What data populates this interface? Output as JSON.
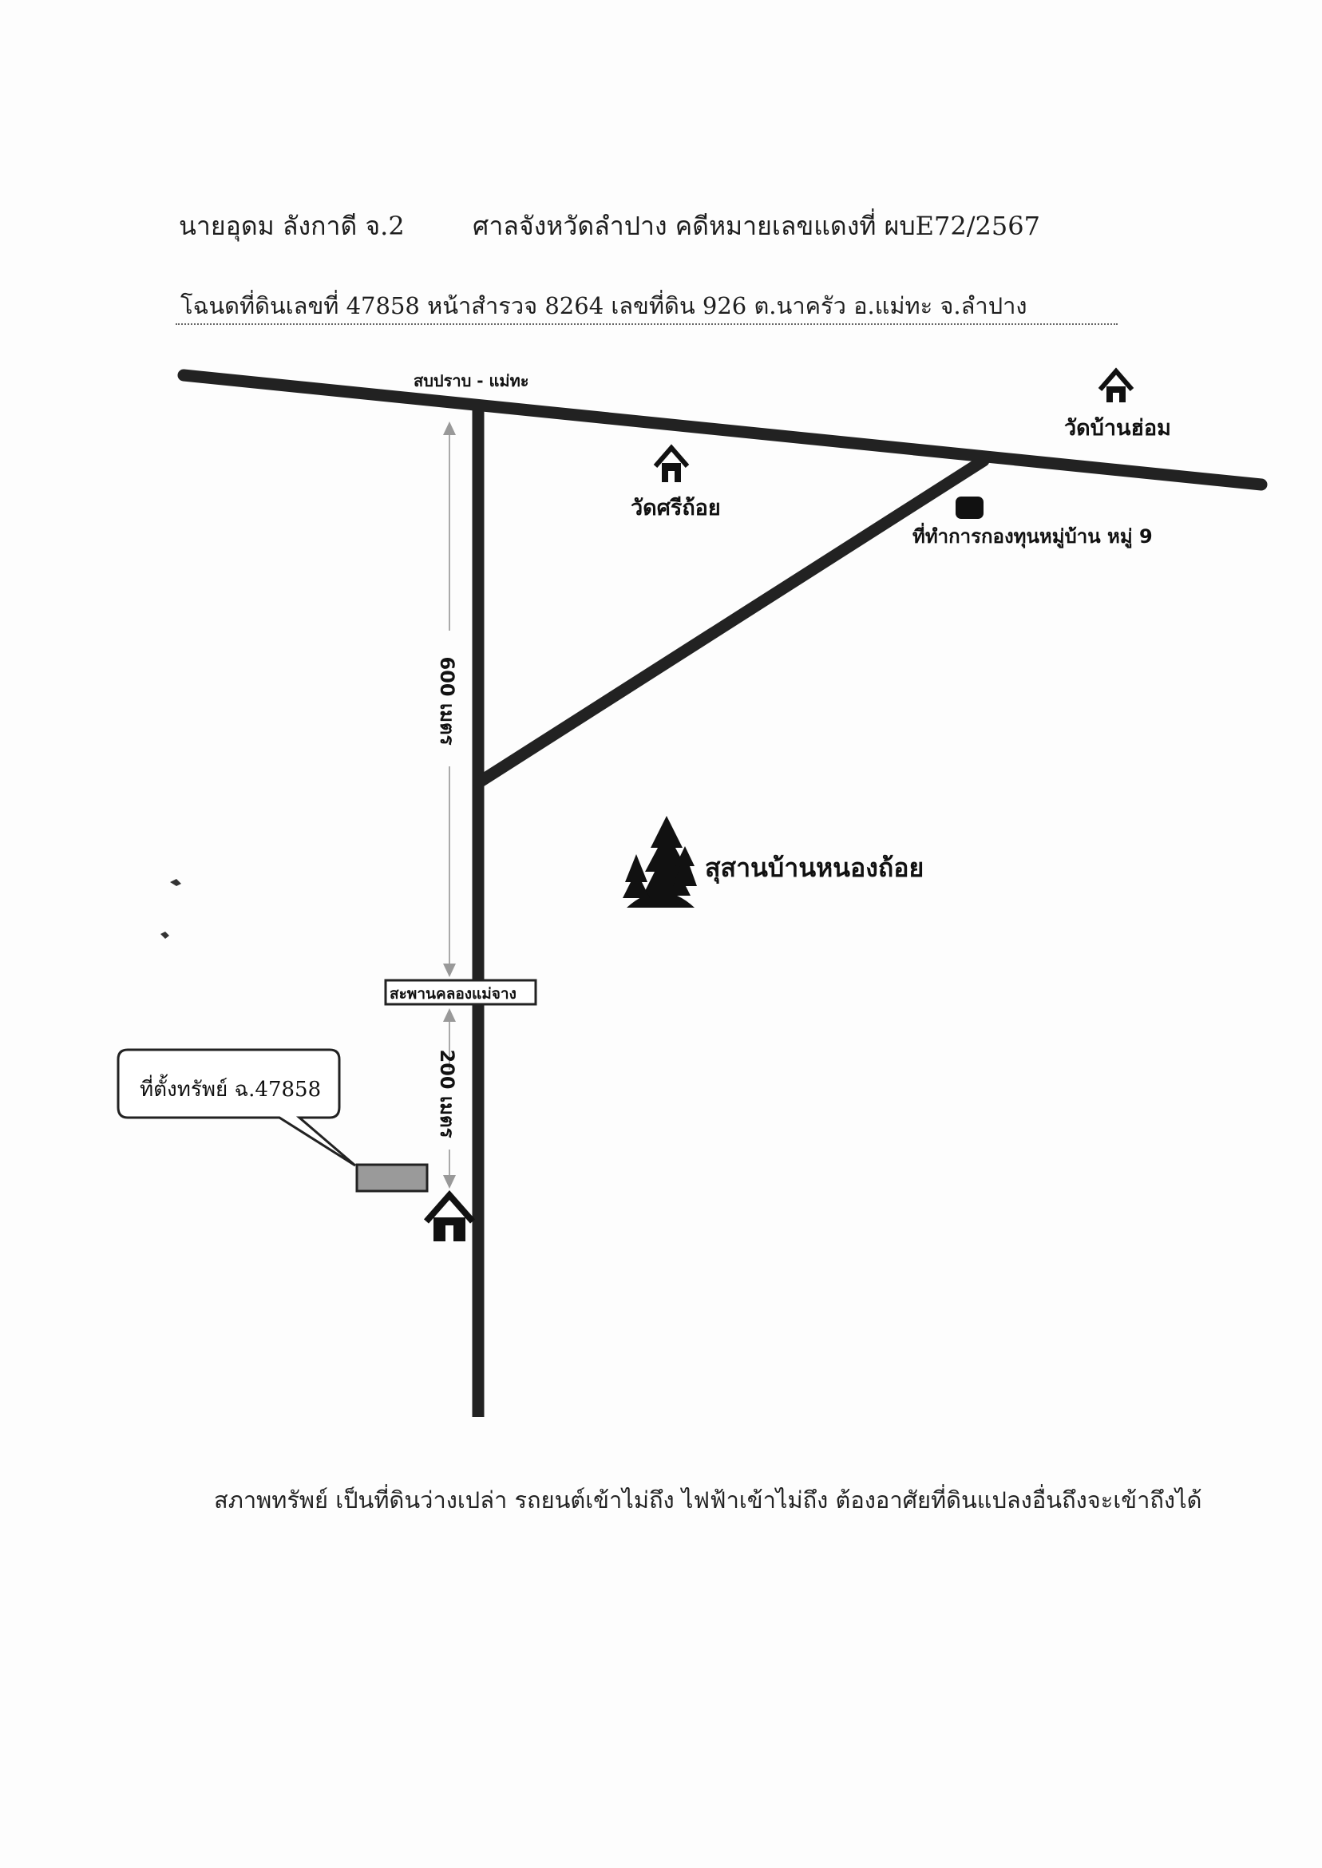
{
  "header": {
    "owner": "นายอุดม   ลังกาดี จ.2",
    "court_case": "ศาลจังหวัดลำปาง คดีหมายเลขแดงที่ ผบE72/2567",
    "title_deed": "โฉนดที่ดินเลขที่ 47858 หน้าสำรวจ 8264 เลขที่ดิน 926 ต.นาครัว อ.แม่ทะ จ.ลำปาง"
  },
  "map": {
    "road_label": "สบปราบ - แม่ทะ",
    "landmarks": {
      "wat_ban_hom": "วัดบ้านฮ่อม",
      "wat_si_tha_oi": "วัดศรีถ้อย",
      "village_fund_office": "ที่ทำการกองทุนหมู่บ้าน หมู่ 9",
      "cemetery": "สุสานบ้านหนองถ้อย",
      "bridge": "สะพานคลองแม่จาง"
    },
    "distance_upper": "600 เมตร",
    "distance_lower": "200 เมตร",
    "property_callout": "ที่ตั้งทรัพย์ ฉ.47858"
  },
  "footer": {
    "condition": "สภาพทรัพย์ เป็นที่ดินว่างเปล่า รถยนต์เข้าไม่ถึง ไฟฟ้าเข้าไม่ถึง ต้องอาศัยที่ดินแปลงอื่นถึงจะเข้าถึงได้"
  },
  "icon_names": [
    "temple-icon",
    "house-icon",
    "building-marker-icon",
    "pine-trees-icon",
    "property-plot-marker",
    "distance-arrow-icon"
  ]
}
